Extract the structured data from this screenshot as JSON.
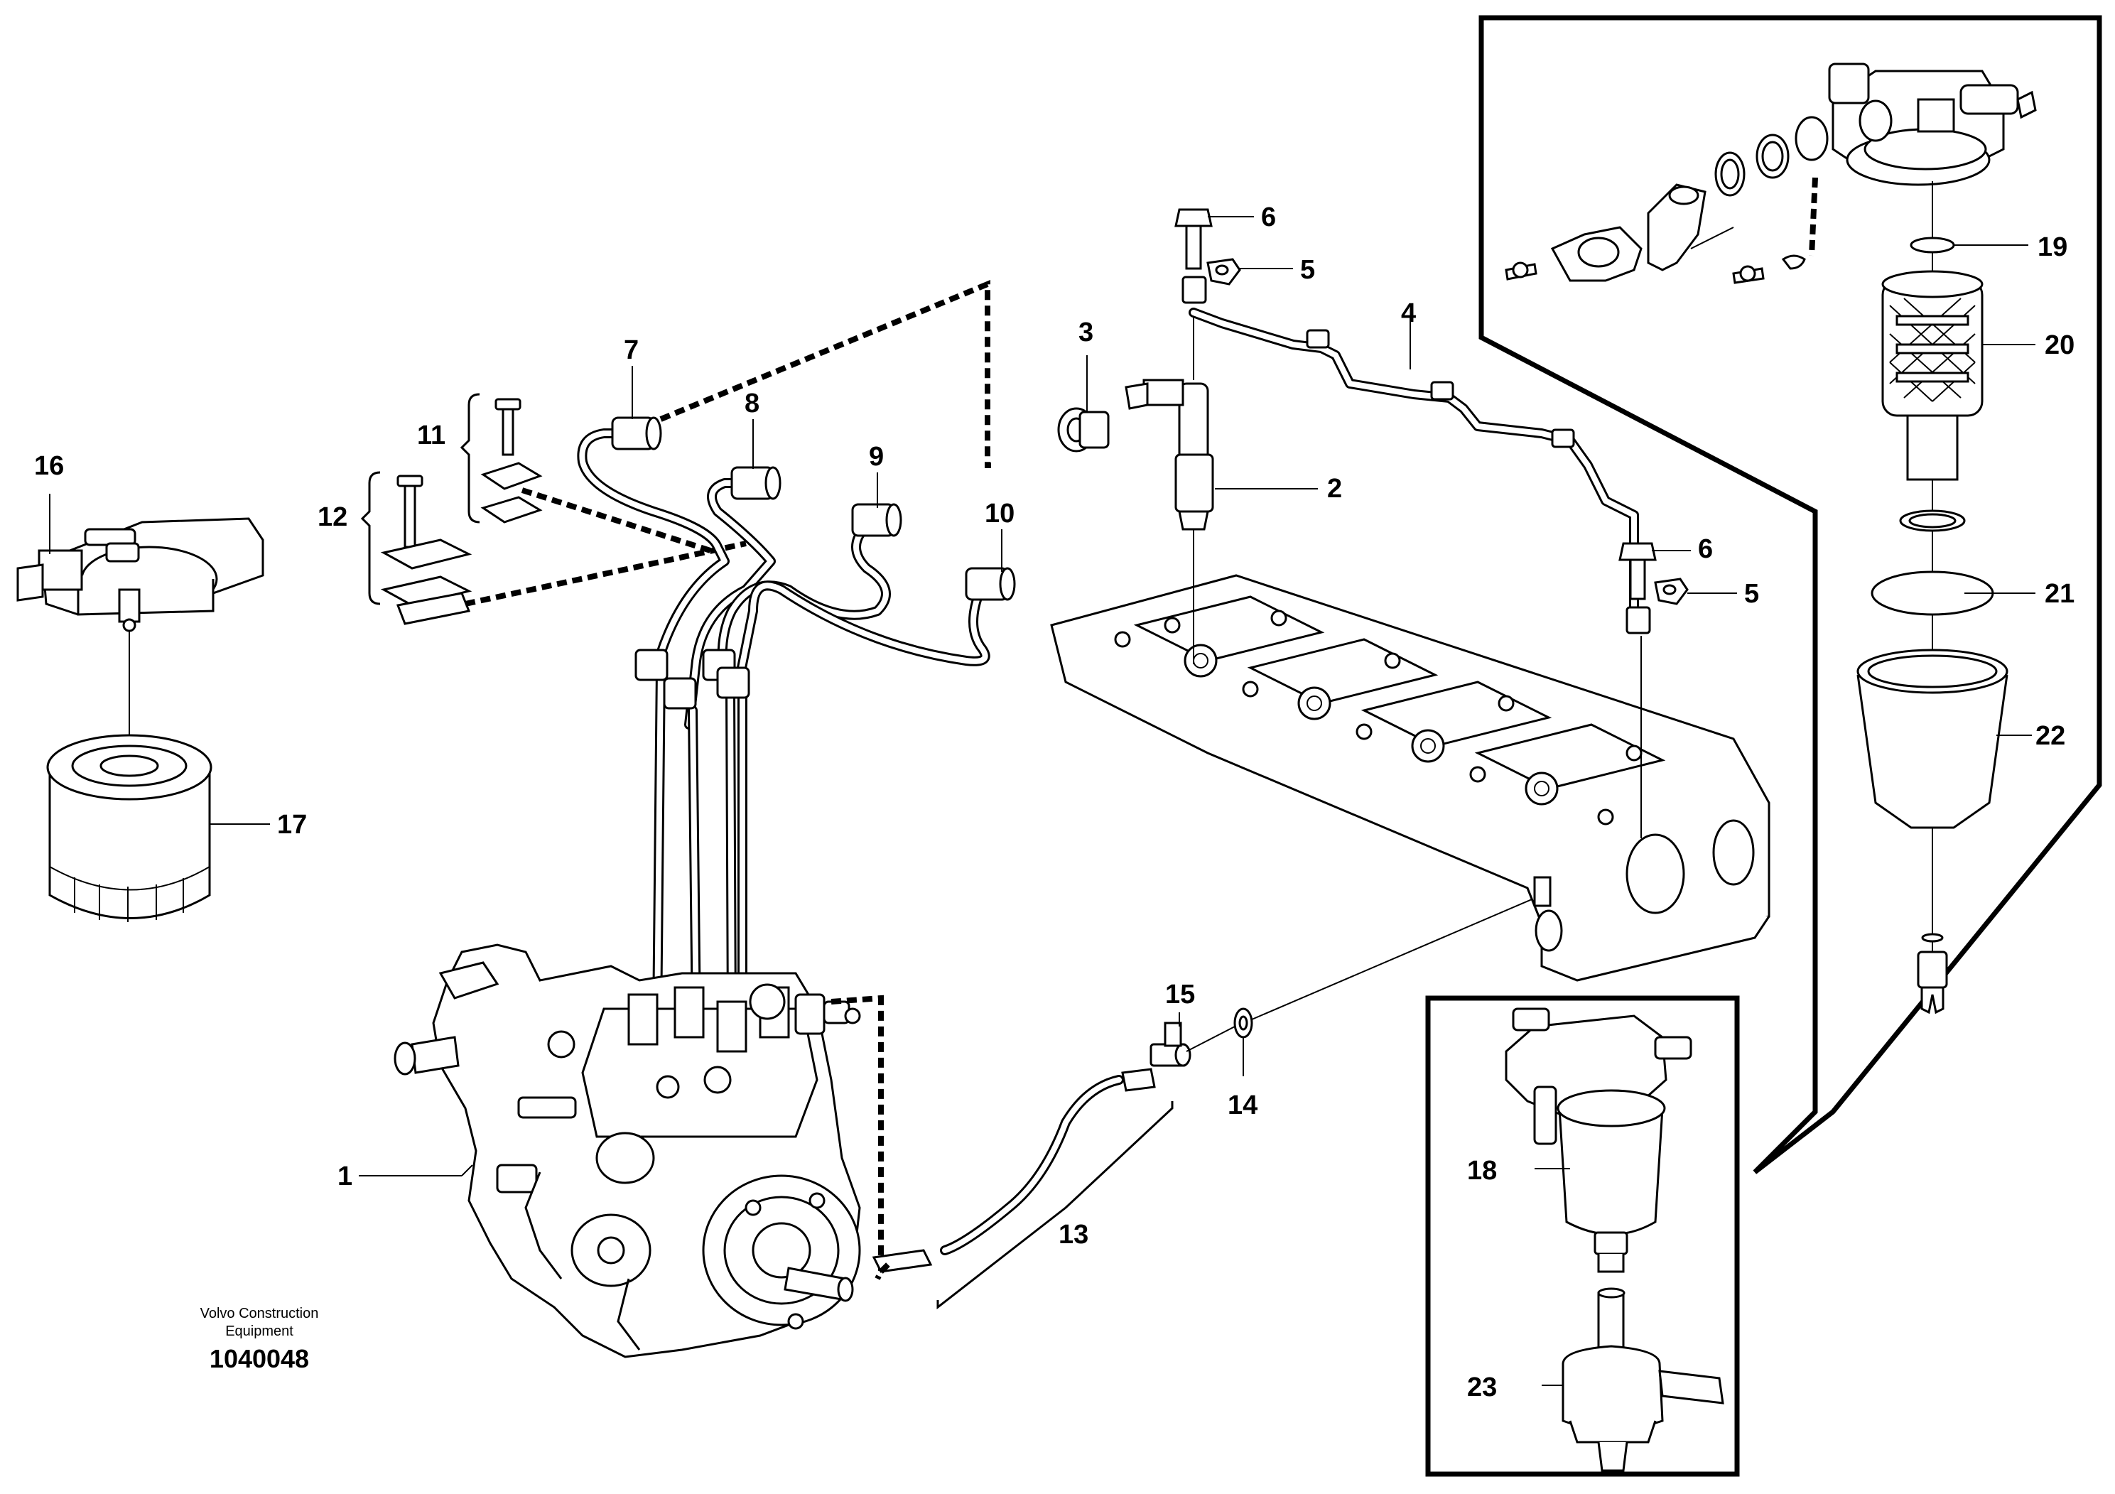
{
  "figure": {
    "brand_line1": "Volvo Construction",
    "brand_line2": "Equipment",
    "document_number": "1040048"
  },
  "callouts": {
    "c1": "1",
    "c2": "2",
    "c3": "3",
    "c4": "4",
    "c5a": "5",
    "c5b": "5",
    "c6a": "6",
    "c6b": "6",
    "c7": "7",
    "c8": "8",
    "c9": "9",
    "c10": "10",
    "c11": "11",
    "c12": "12",
    "c13": "13",
    "c14": "14",
    "c15": "15",
    "c16": "16",
    "c17": "17",
    "c18": "18",
    "c19": "19",
    "c20": "20",
    "c21": "21",
    "c22": "22",
    "c23": "23"
  }
}
